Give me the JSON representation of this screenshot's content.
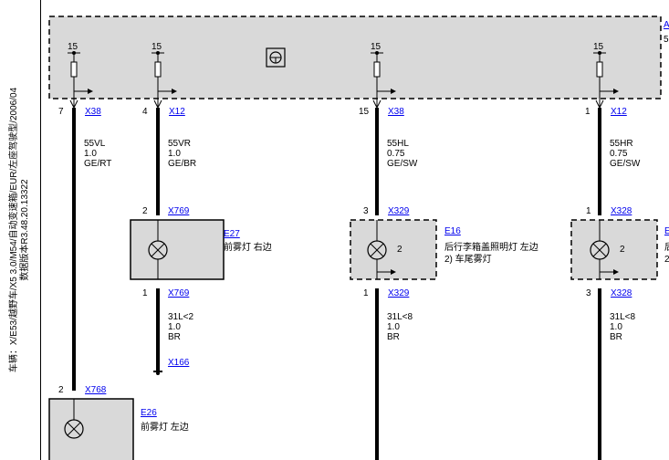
{
  "sidebar": {
    "line1": "车辆：X/E53/越野车/X5 3.0/M54/自动变速箱/EUR/左座驾驶型/2006/04",
    "line2": "数据版本R3.48.20.13322"
  },
  "module_edge_glyphs": [
    "A",
    "5"
  ],
  "fuses": [
    {
      "label": "15",
      "pin": "7",
      "connector": "X38"
    },
    {
      "label": "15",
      "pin": "4",
      "connector": "X12"
    },
    {
      "label": "15",
      "pin": "15",
      "connector": "X38"
    },
    {
      "label": "15",
      "pin": "1",
      "connector": "X12"
    }
  ],
  "wires_upper": [
    {
      "name": "55VL",
      "size": "1.0",
      "color": "GE/RT"
    },
    {
      "name": "55VR",
      "size": "1.0",
      "color": "GE/BR"
    },
    {
      "name": "55HL",
      "size": "0.75",
      "color": "GE/SW"
    },
    {
      "name": "55HR",
      "size": "0.75",
      "color": "GE/SW"
    }
  ],
  "components": {
    "e27": {
      "id": "E27",
      "desc": "前雾灯 右边",
      "pin_in": "2",
      "conn_in": "X769",
      "pin_out": "1",
      "conn_out": "X769"
    },
    "e16": {
      "id": "E16",
      "desc1": "后行李箱盖照明灯 左边",
      "desc2": "2) 车尾雾灯",
      "pin_in": "3",
      "conn_in": "X329",
      "pin_out": "1",
      "conn_out": "X329",
      "inner": "2"
    },
    "e_right": {
      "id": "E",
      "desc1": "后",
      "desc2": "2",
      "pin_in": "1",
      "conn_in": "X328",
      "pin_out": "3",
      "conn_out": "X328",
      "inner": "2"
    },
    "e26": {
      "id": "E26",
      "desc": "前雾灯 左边",
      "pin_in": "2",
      "conn_in": "X768"
    }
  },
  "wires_lower": [
    {
      "name": "31L<2",
      "size": "1.0",
      "color": "BR"
    },
    {
      "name": "31L<8",
      "size": "1.0",
      "color": "BR"
    },
    {
      "name": "31L<8",
      "size": "1.0",
      "color": "BR"
    }
  ],
  "ground": {
    "connector": "X166"
  }
}
